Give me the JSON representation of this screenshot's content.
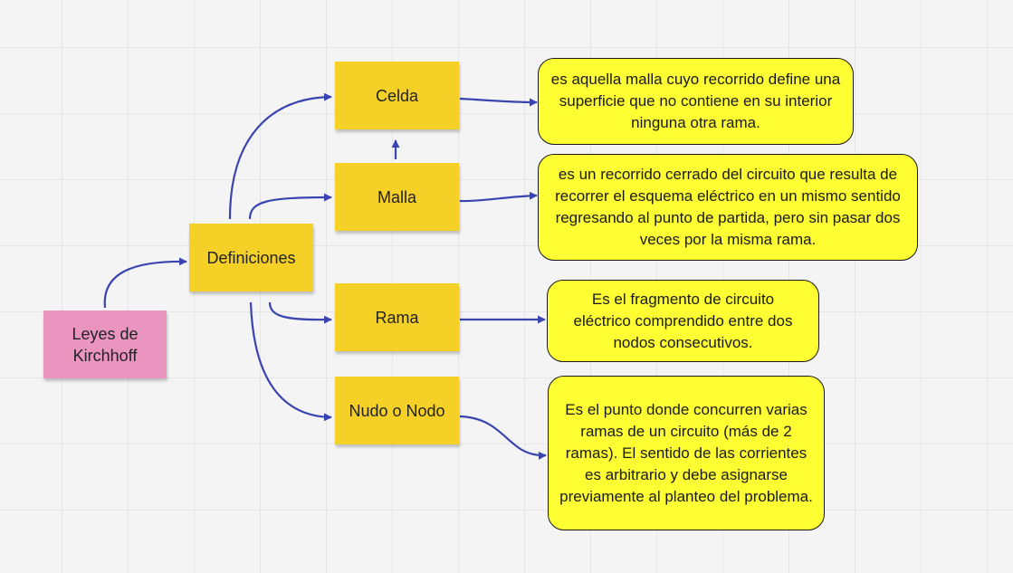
{
  "diagram": {
    "root": {
      "label": "Leyes de Kirchhoff",
      "color": "#ea94c0"
    },
    "hub": {
      "label": "Definiciones",
      "color": "#f5d128"
    },
    "terms": [
      {
        "id": "celda",
        "label": "Celda",
        "definition": "es aquella malla cuyo recorrido define una superficie que no contiene en su interior ninguna otra rama."
      },
      {
        "id": "malla",
        "label": "Malla",
        "definition": "es un recorrido cerrado del circuito que resulta de recorrer el esquema eléctrico en un mismo sentido regresando al punto de partida, pero sin pasar dos veces por la misma rama."
      },
      {
        "id": "rama",
        "label": "Rama",
        "definition": "Es el fragmento de circuito eléctrico comprendido entre dos nodos consecutivos."
      },
      {
        "id": "nudo",
        "label": "Nudo o Nodo",
        "definition": "Es el punto donde concurren varias ramas de un circuito (más de 2 ramas). El sentido de las corrientes es arbitrario y debe asignarse previamente al planteo del problema."
      }
    ],
    "colors": {
      "connector": "#3a44b0",
      "definition_fill": "#ffff33",
      "definition_border": "#1a1a1a",
      "background": "#f4f4f4"
    }
  }
}
